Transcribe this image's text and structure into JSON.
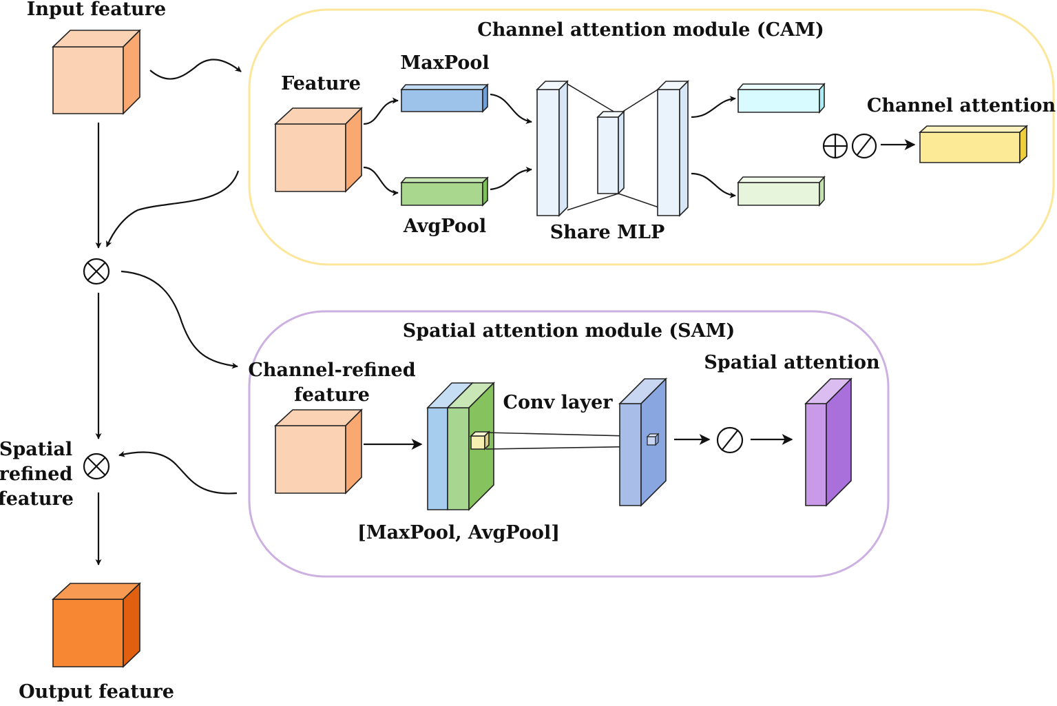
{
  "labels": {
    "input_feature": "Input feature",
    "cam_title": "Channel attention module (CAM)",
    "feature": "Feature",
    "maxpool": "MaxPool",
    "avgpool": "AvgPool",
    "share_mlp": "Share MLP",
    "channel_attention": "Channel attention",
    "sam_title": "Spatial attention module (SAM)",
    "channel_refined_line1": "Channel-refined",
    "channel_refined_line2": "feature",
    "conv_layer": "Conv layer",
    "spatial_attention": "Spatial attention",
    "maxpool_avgpool": "[MaxPool, AvgPool]",
    "spatial_refined_line1": "Spatial",
    "spatial_refined_line2": "refined",
    "spatial_refined_line3": "feature",
    "output_feature": "Output feature"
  },
  "colors": {
    "cam_border": "#fbe69a",
    "sam_border": "#cdb0e2",
    "feature_front": "#fbd2b4",
    "feature_side": "#f8a870",
    "output_front": "#f78733",
    "output_side": "#e0600f",
    "maxpool": "#9ec3ea",
    "avgpool": "#a9d78e",
    "mlp": "#eaf3fc",
    "out_top": "#d8fbff",
    "out_bottom": "#e7f5dd",
    "channel_attention": "#fdea96",
    "pool_blue": "#a7cdee",
    "pool_green": "#a7d690",
    "conv": "#a9bde9",
    "spatial_attention": "#c89ae8"
  }
}
